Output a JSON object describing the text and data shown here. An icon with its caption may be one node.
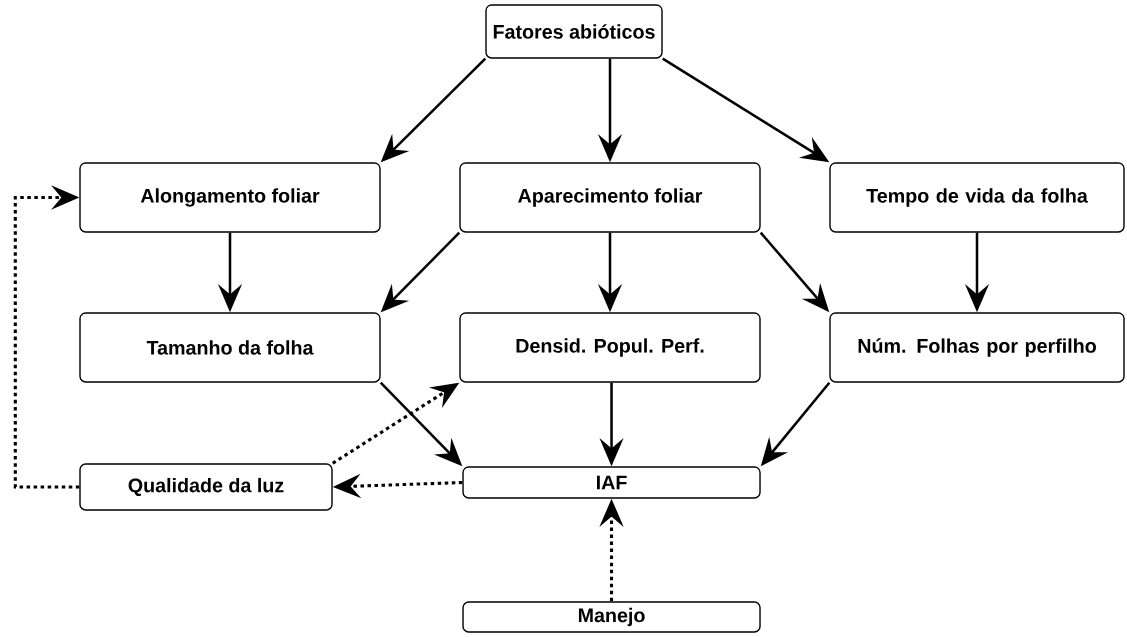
{
  "diagram": {
    "nodes": [
      {
        "text": [
          "Fatores abióticos"
        ]
      },
      {
        "text": [
          "Alongamento foliar"
        ]
      },
      {
        "text": [
          "Aparecimento foliar"
        ]
      },
      {
        "text": [
          "Tempo de vida da folha"
        ]
      },
      {
        "text": [
          "Tamanho da folha"
        ]
      },
      {
        "text": [
          "Densid. Popul. Perf."
        ]
      },
      {
        "text": [
          "Núm. Folhas por perfilho"
        ]
      },
      {
        "text": [
          "Qualidade da luz"
        ]
      },
      {
        "text": [
          "IAF"
        ]
      },
      {
        "text": [
          "Manejo"
        ]
      }
    ],
    "edges": [
      {
        "from": 0,
        "to": 1,
        "arrow": "to"
      },
      {
        "from": 0,
        "to": 2,
        "arrow": "to"
      },
      {
        "from": 0,
        "to": 3,
        "arrow": "to"
      },
      {
        "from": 1,
        "to": 4,
        "arrow": "to"
      },
      {
        "from": 2,
        "to": 4,
        "arrow": "to"
      },
      {
        "from": 2,
        "to": 5,
        "arrow": "to"
      },
      {
        "from": 2,
        "to": 6,
        "arrow": "to"
      },
      {
        "from": 3,
        "to": 6,
        "arrow": "to"
      },
      {
        "from": 4,
        "to": 8,
        "arrow": "to"
      },
      {
        "from": 5,
        "to": 8,
        "arrow": "to"
      },
      {
        "from": 6,
        "to": 8,
        "arrow": "to"
      },
      {
        "from": 8,
        "to": 7,
        "arrow": "to",
        "style": "dashed"
      },
      {
        "from": 7,
        "to": 5,
        "arrow": "to",
        "style": "dashed"
      },
      {
        "from": 7,
        "to": 1,
        "arrow": "to",
        "style": "dashed"
      },
      {
        "from": 9,
        "to": 8,
        "arrow": "to",
        "style": "dashed"
      }
    ]
  }
}
